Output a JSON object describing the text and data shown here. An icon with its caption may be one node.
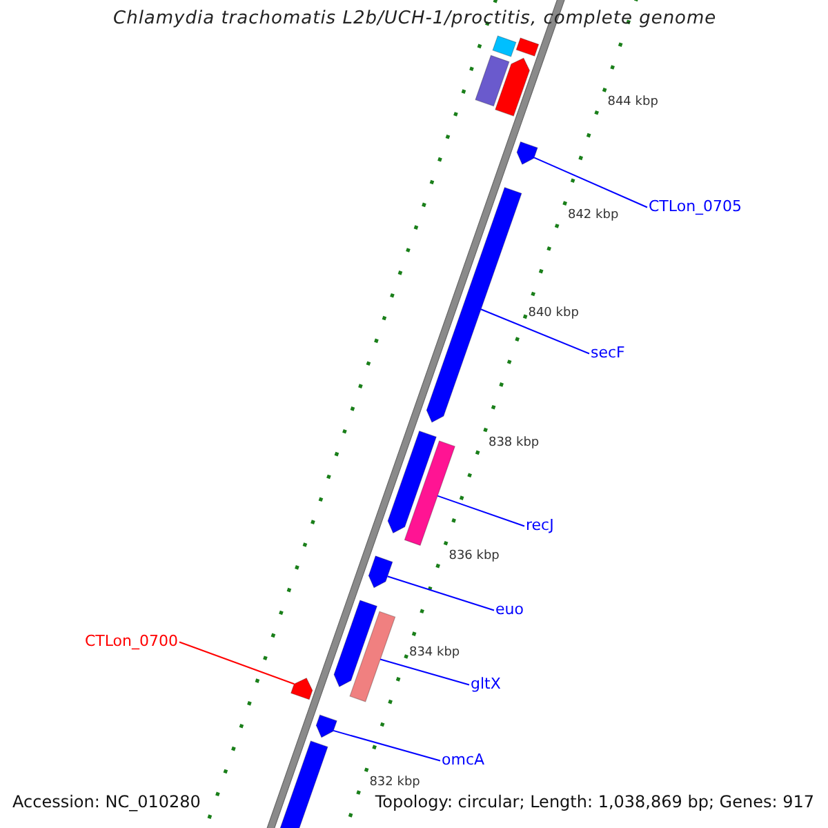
{
  "diagram": {
    "title": "Chlamydia trachomatis L2b/UCH-1/proctitis, complete genome",
    "nodes": [
      {
        "text": [
          "CTLon_0705"
        ]
      },
      {
        "text": [
          "secF"
        ]
      },
      {
        "text": [
          "recJ"
        ]
      },
      {
        "text": [
          "euo"
        ]
      },
      {
        "text": [
          "CTLon_0700"
        ]
      },
      {
        "text": [
          "gltX"
        ]
      },
      {
        "text": [
          "omcA"
        ]
      },
      {
        "text": [],
        "shape": "bar"
      },
      {
        "text": [],
        "shape": "bar"
      },
      {
        "text": [],
        "shape": "bar"
      },
      {
        "text": [],
        "shape": "bar"
      },
      {
        "text": [],
        "shape": "bar"
      },
      {
        "text": [],
        "shape": "bar"
      },
      {
        "text": [],
        "shape": "bar"
      },
      {
        "text": [],
        "shape": "bar"
      },
      {
        "text": [],
        "shape": "bar"
      },
      {
        "text": [],
        "shape": "bar"
      },
      {
        "text": [],
        "shape": "bar"
      },
      {
        "text": [],
        "shape": "bar"
      },
      {
        "text": [],
        "shape": "bar"
      },
      {
        "text": [],
        "shape": "bar"
      }
    ],
    "edges": [
      {
        "from": 0,
        "to": 11,
        "arrow": "none"
      },
      {
        "from": 1,
        "to": 12,
        "arrow": "none"
      },
      {
        "from": 2,
        "to": 14,
        "arrow": "none"
      },
      {
        "from": 3,
        "to": 15,
        "arrow": "none"
      },
      {
        "from": 4,
        "to": 18,
        "arrow": "none",
        "color": "#ff0000"
      },
      {
        "from": 5,
        "to": 17,
        "arrow": "none"
      },
      {
        "from": 6,
        "to": 19,
        "arrow": "none"
      }
    ],
    "labels": [
      "844 kbp",
      "842 kbp",
      "840 kbp",
      "838 kbp",
      "836 kbp",
      "834 kbp",
      "832 kbp",
      "Accession: NC_010280",
      "Topology: circular; Length: 1,038,869 bp; Genes: 917"
    ]
  }
}
